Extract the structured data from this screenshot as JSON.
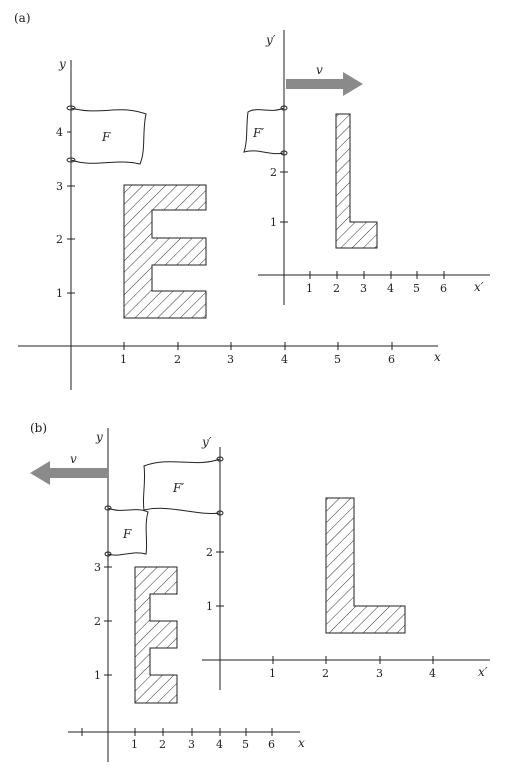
{
  "panel_a": {
    "label": "(a)",
    "frame_s": {
      "x_label": "x",
      "y_label": "y",
      "x_ticks": [
        "1",
        "2",
        "3",
        "4",
        "5",
        "6"
      ],
      "y_ticks": [
        "1",
        "2",
        "3",
        "4"
      ]
    },
    "frame_s_prime": {
      "x_label": "x′",
      "y_label": "y′",
      "x_ticks": [
        "1",
        "2",
        "3",
        "4",
        "5",
        "6"
      ],
      "y_ticks": [
        "1",
        "2"
      ]
    },
    "velocity_label": "v",
    "flag_s_label": "F",
    "flag_s_prime_label": "F′"
  },
  "panel_b": {
    "label": "(b)",
    "frame_s": {
      "x_label": "x",
      "y_label": "y",
      "x_ticks": [
        "1",
        "2",
        "3",
        "4",
        "5",
        "6"
      ],
      "y_ticks": [
        "1",
        "2",
        "3"
      ]
    },
    "frame_s_prime": {
      "x_label": "x′",
      "y_label": "y′",
      "x_ticks": [
        "1",
        "2",
        "3",
        "4"
      ],
      "y_ticks": [
        "1",
        "2"
      ]
    },
    "velocity_label": "v",
    "flag_s_label": "F",
    "flag_s_prime_label": "F′"
  },
  "colors": {
    "arrow": "#8a8a8a",
    "lines": "#222222",
    "background": "#ffffff"
  }
}
